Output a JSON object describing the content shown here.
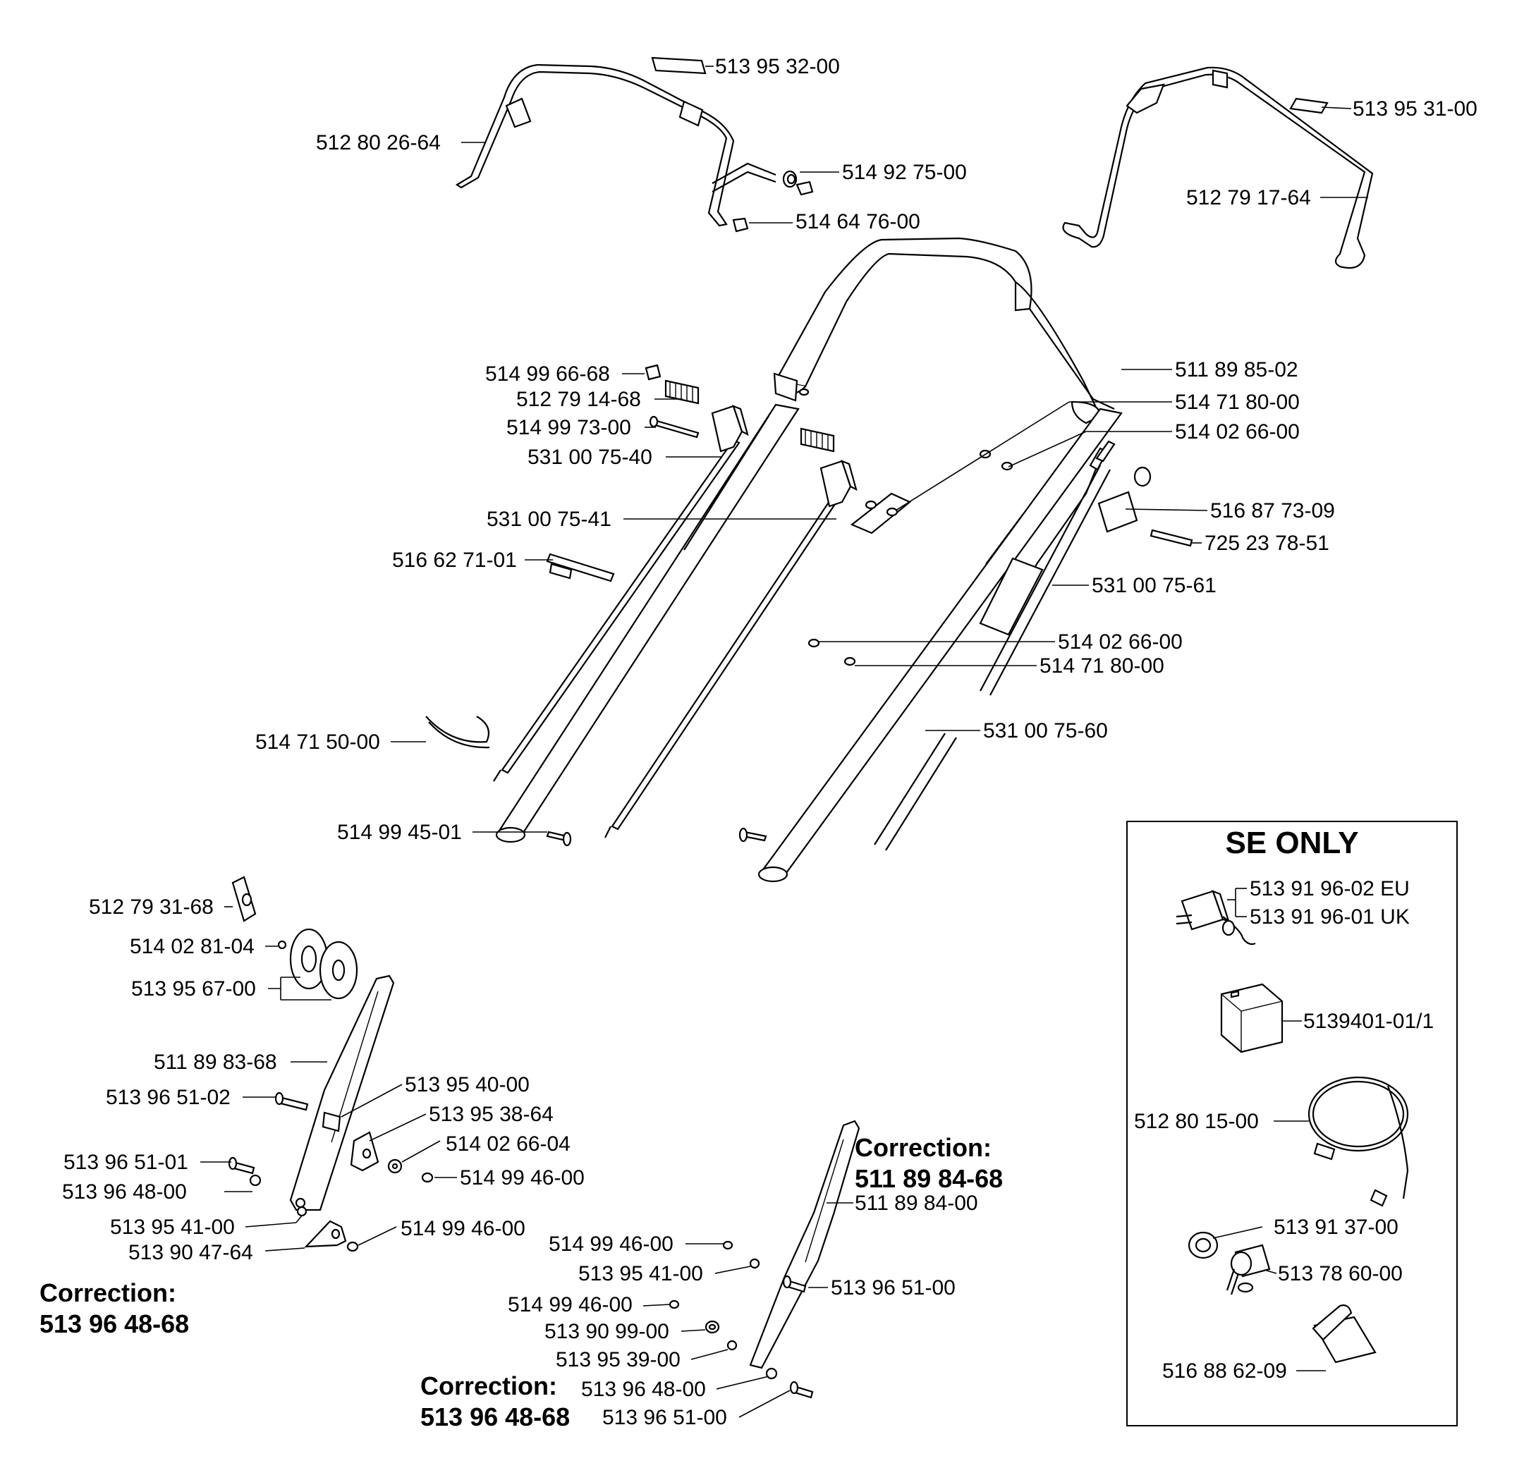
{
  "labels": {
    "l_513953200": "513 95 32-00",
    "l_512802664": "512 80 26-64",
    "l_514927500": "514 92 75-00",
    "l_514647600": "514 64 76-00",
    "l_513953100": "513 95 31-00",
    "l_512791764": "512 79 17-64",
    "l_514996668": "514 99 66-68",
    "l_512791468": "512 79 14-68",
    "l_514997300": "514 99 73-00",
    "l_531007540": "531 00 75-40",
    "l_531007541": "531 00 75-41",
    "l_516627101": "516 62 71-01",
    "l_511898502": "511 89 85-02",
    "l_514718000a": "514 71 80-00",
    "l_514026600a": "514 02 66-00",
    "l_516877309": "516 87 73-09",
    "l_725237851": "725 23 78-51",
    "l_531007561": "531 00 75-61",
    "l_514026600b": "514 02 66-00",
    "l_514718000b": "514 71 80-00",
    "l_531007560": "531 00 75-60",
    "l_514715000": "514 71 50-00",
    "l_514994501": "514 99 45-01",
    "l_512793168": "512 79 31-68",
    "l_514028104": "514 02 81-04",
    "l_513956700": "513 95 67-00",
    "l_511898368": "511 89 83-68",
    "l_513965102": "513 96 51-02",
    "l_513954000": "513 95 40-00",
    "l_513953864": "513 95 38-64",
    "l_514026604": "514 02 66-04",
    "l_513965101": "513 96 51-01",
    "l_514994600a": "514 99 46-00",
    "l_513964800a": "513 96 48-00",
    "l_513954100a": "513 95 41-00",
    "l_514994600b": "514 99 46-00",
    "l_513904764": "513 90 47-64",
    "l_511898400": "511 89 84-00",
    "l_514994600c": "514 99 46-00",
    "l_513954100b": "513 95 41-00",
    "l_513965100a": "513 96 51-00",
    "l_514994600d": "514 99 46-00",
    "l_513909900": "513 90 99-00",
    "l_513953900": "513 95 39-00",
    "l_513964800b": "513 96 48-00",
    "l_513965100b": "513 96 51-00",
    "l_513919602eu": "513 91 96-02 EU",
    "l_513919601uk": "513 91 96-01 UK",
    "l_5139401": "5139401-01/1",
    "l_512801500": "512 80 15-00",
    "l_513913700": "513 91 37-00",
    "l_513786000": "513 78 60-00",
    "l_516886209": "516 88 62-09"
  },
  "corrections": {
    "c1_title": "Correction:",
    "c1_number": "511 89 84-68",
    "c2_title": "Correction:",
    "c2_number": "513 96 48-68",
    "c3_title": "Correction:",
    "c3_number": "513 96 48-68"
  },
  "se_only": {
    "title": "SE ONLY"
  }
}
